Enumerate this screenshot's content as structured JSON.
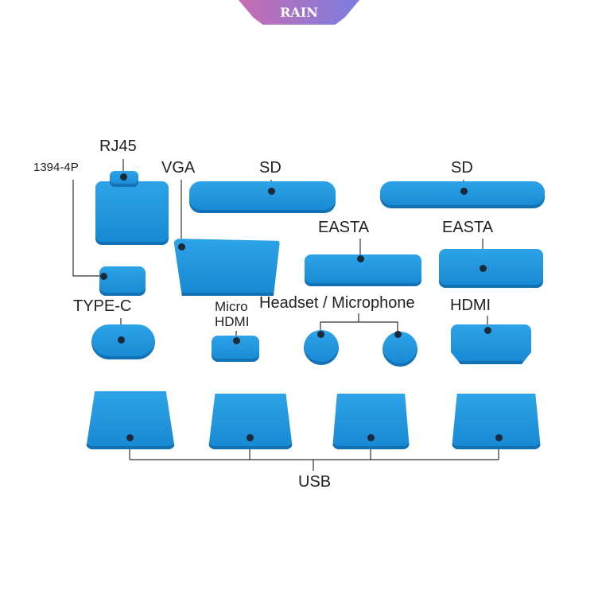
{
  "brand": {
    "name": "RAIN",
    "gradient": [
      "#c86cb0",
      "#7a7ee0"
    ]
  },
  "plug_color": "#1e90d8",
  "labels": {
    "p1394": "1394-4P",
    "rj45": "RJ45",
    "vga": "VGA",
    "sd1": "SD",
    "sd2": "SD",
    "easta1": "EASTA",
    "easta2": "EASTA",
    "typec": "TYPE-C",
    "micro": "Micro",
    "micro_hdmi": "HDMI",
    "headset": "Headset / Microphone",
    "hdmi": "HDMI",
    "usb": "USB"
  }
}
